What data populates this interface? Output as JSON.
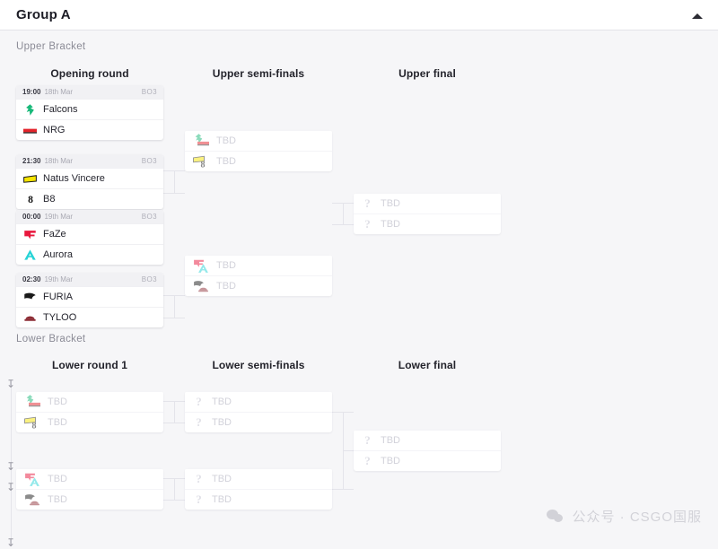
{
  "header": {
    "title": "Group A",
    "collapse_icon": "chevron-up-icon"
  },
  "brackets": {
    "upper": {
      "label": "Upper Bracket",
      "rounds": [
        {
          "label": "Opening round"
        },
        {
          "label": "Upper semi-finals"
        },
        {
          "label": "Upper final"
        }
      ]
    },
    "lower": {
      "label": "Lower Bracket",
      "rounds": [
        {
          "label": "Lower round 1"
        },
        {
          "label": "Lower semi-finals"
        },
        {
          "label": "Lower final"
        }
      ]
    }
  },
  "placeholders": {
    "tbd": "TBD",
    "unknown_icon": "question-mark-icon"
  },
  "colors": {
    "page_background": "#f6f6f8",
    "card_background": "#ffffff",
    "meta_background": "#f1f1f4",
    "connector": "#e4e4ea",
    "text_primary": "#25252e",
    "text_muted": "#a0a0ab",
    "tbd_text": "#d2d2da",
    "falcons": "#19b97a",
    "nrg": "#e3242b",
    "navi": "#f5e400",
    "b8": "#111111",
    "faze": "#e8173d",
    "aurora": "#27d3d6",
    "furia": "#1a1a1a",
    "tyloo": "#8c2b33"
  },
  "matches": {
    "upper_opening": [
      {
        "time": "19:00",
        "date": "18th Mar",
        "format": "BO3",
        "teams": [
          {
            "name": "Falcons",
            "logo": "falcons-logo"
          },
          {
            "name": "NRG",
            "logo": "nrg-logo"
          }
        ]
      },
      {
        "time": "21:30",
        "date": "18th Mar",
        "format": "BO3",
        "teams": [
          {
            "name": "Natus Vincere",
            "logo": "navi-logo"
          },
          {
            "name": "B8",
            "logo": "b8-logo"
          }
        ]
      },
      {
        "time": "00:00",
        "date": "19th Mar",
        "format": "BO3",
        "teams": [
          {
            "name": "FaZe",
            "logo": "faze-logo"
          },
          {
            "name": "Aurora",
            "logo": "aurora-logo"
          }
        ]
      },
      {
        "time": "02:30",
        "date": "19th Mar",
        "format": "BO3",
        "teams": [
          {
            "name": "FURIA",
            "logo": "furia-logo"
          },
          {
            "name": "TYLOO",
            "logo": "tyloo-logo"
          }
        ]
      }
    ],
    "upper_semifinals": [
      {
        "teams": [
          {
            "name": "TBD",
            "logo": "falcons-nrg-stack"
          },
          {
            "name": "TBD",
            "logo": "navi-b8-stack"
          }
        ]
      },
      {
        "teams": [
          {
            "name": "TBD",
            "logo": "faze-aurora-stack"
          },
          {
            "name": "TBD",
            "logo": "furia-tyloo-stack"
          }
        ]
      }
    ],
    "upper_final": [
      {
        "teams": [
          {
            "name": "TBD",
            "logo": "question-mark-icon"
          },
          {
            "name": "TBD",
            "logo": "question-mark-icon"
          }
        ]
      }
    ],
    "lower_round1": [
      {
        "teams": [
          {
            "name": "TBD",
            "logo": "falcons-nrg-stack"
          },
          {
            "name": "TBD",
            "logo": "navi-b8-stack"
          }
        ]
      },
      {
        "teams": [
          {
            "name": "TBD",
            "logo": "faze-aurora-stack"
          },
          {
            "name": "TBD",
            "logo": "furia-tyloo-stack"
          }
        ]
      }
    ],
    "lower_semifinals": [
      {
        "teams": [
          {
            "name": "TBD",
            "logo": "question-mark-icon"
          },
          {
            "name": "TBD",
            "logo": "question-mark-icon"
          }
        ]
      },
      {
        "teams": [
          {
            "name": "TBD",
            "logo": "question-mark-icon"
          },
          {
            "name": "TBD",
            "logo": "question-mark-icon"
          }
        ]
      }
    ],
    "lower_final": [
      {
        "teams": [
          {
            "name": "TBD",
            "logo": "question-mark-icon"
          },
          {
            "name": "TBD",
            "logo": "question-mark-icon"
          }
        ]
      }
    ]
  },
  "watermark": {
    "text": "公众号 · CSGO国服",
    "icon": "wechat-icon"
  }
}
